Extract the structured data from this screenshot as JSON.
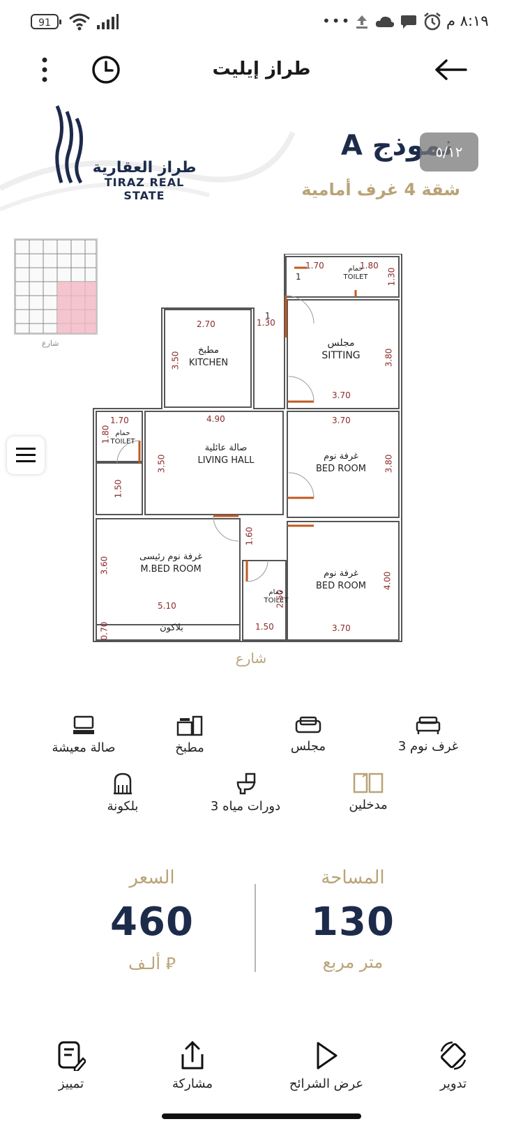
{
  "status_bar": {
    "battery": "91",
    "time": "٨:١٩ م",
    "overflow": "•••"
  },
  "header": {
    "title": "طراز إيليت"
  },
  "brand": {
    "name_ar": "طراز العقارية",
    "name_en": "TIRAZ REAL STATE"
  },
  "model": {
    "title": "نموذج A",
    "subtitle": "شقة 4 غرف أمامية",
    "counter": "٥/١٢"
  },
  "plan": {
    "street_label": "شارع",
    "keyplan_street": "شارع",
    "rooms": {
      "kitchen_ar": "مطبخ",
      "kitchen_en": "KITCHEN",
      "sitting_ar": "مجلس",
      "sitting_en": "SITTING",
      "living_ar": "صالة عائلية",
      "living_en": "LIVING HALL",
      "bed1_ar": "غرفة نوم",
      "bed1_en": "BED ROOM",
      "bed2_ar": "غرفة نوم",
      "bed2_en": "BED ROOM",
      "master_ar": "غرفة نوم رئيسى",
      "master_en": "M.BED ROOM",
      "toilet_ar": "حمام",
      "toilet_en": "TOILET",
      "balcony_ar": "بلاكون"
    },
    "dims": {
      "d170a": "1.70",
      "d180a": "1.80",
      "d130a": "1.30",
      "d130b": "1.30",
      "d270": "2.70",
      "d350a": "3.50",
      "d380a": "3.80",
      "d370a": "3.70",
      "d490": "4.90",
      "d170b": "1.70",
      "d180b": "1.80",
      "d370b": "3.70",
      "d350b": "3.50",
      "d380b": "3.80",
      "d150a": "1.50",
      "d160": "1.60",
      "d360": "3.60",
      "d400": "4.00",
      "d250": "2.50",
      "d510": "5.10",
      "d070": "0.70",
      "d150b": "1.50",
      "d370c": "3.70",
      "n1a": "1",
      "n1b": "1"
    }
  },
  "features": [
    {
      "icon": "tv-icon",
      "label": "صالة معيشة"
    },
    {
      "icon": "kitchen-icon",
      "label": "مطبخ"
    },
    {
      "icon": "sofa-icon",
      "label": "مجلس"
    },
    {
      "icon": "bed-icon",
      "label": "3 غرف نوم"
    },
    {
      "icon": "balcony-icon",
      "label": "بلكونة"
    },
    {
      "icon": "toilet-icon",
      "label": "3 دورات مياه"
    },
    {
      "icon": "door-icon",
      "label": "مدخلين"
    }
  ],
  "stats": {
    "price_label": "السعر",
    "price_value": "460",
    "price_unit": "ألـف ⃁",
    "area_label": "المساحة",
    "area_value": "130",
    "area_unit": "متر مربع"
  },
  "bottom_bar": {
    "highlight": "تمييز",
    "share": "مشاركة",
    "slideshow": "عرض الشرائح",
    "rotate": "تدوير"
  },
  "colors": {
    "navy": "#1d2b4b",
    "gold": "#b9a377",
    "dim_red": "#8b2a2a"
  }
}
